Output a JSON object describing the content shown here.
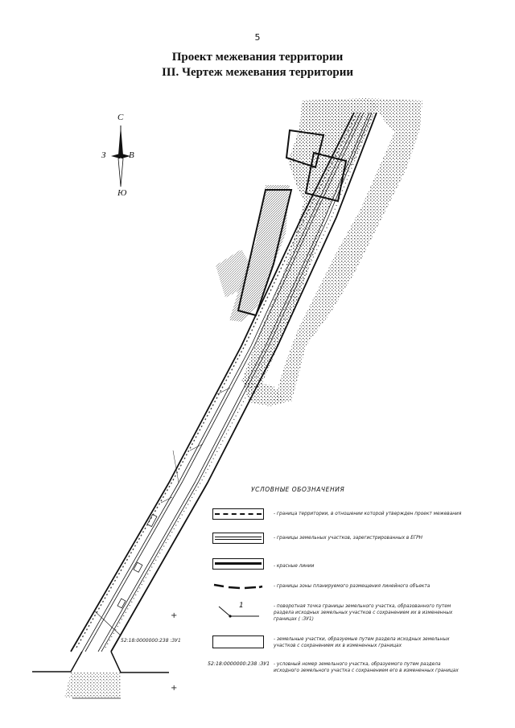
{
  "page": {
    "number": "5"
  },
  "title": {
    "line1": "Проект межевания территории",
    "line2": "III. Чертеж межевания территории"
  },
  "compass": {
    "north": "С",
    "south": "Ю",
    "west": "З",
    "east": "В"
  },
  "map": {
    "parcel_code": "52:18:0000000:238 :ЗУ1"
  },
  "legend": {
    "title": "УСЛОВНЫЕ ОБОЗНАЧЕНИЯ",
    "items": [
      {
        "symbol": "dashed-box",
        "text": "- граница территории, в отношении которой утвержден проект межевания"
      },
      {
        "symbol": "double-line",
        "text": "- границы земельных участков, зарегистрированных в ЕГРН"
      },
      {
        "symbol": "thick-box",
        "text": "- красные линии"
      },
      {
        "symbol": "dash-line",
        "text": "- границы зоны планируемого размещения линейного объекта"
      },
      {
        "symbol": "point-marker",
        "marker": "1",
        "text": "- поворотная точка границы земельного участка, образованного путем раздела исходных земельных участков с сохранением их в измененных границах ( :ЗУ1)"
      },
      {
        "symbol": "rect-box",
        "text": "- земельные участки, образуемые путем раздела исходных земельных участков с сохранением их в измененных границах"
      },
      {
        "symbol": "code-label",
        "code": "52:18:0000000:238 :ЗУ1",
        "text": "- условный номер земельного участка, образуемого путем раздела исходного земельного участка с сохранением его в измененных границах"
      }
    ]
  }
}
